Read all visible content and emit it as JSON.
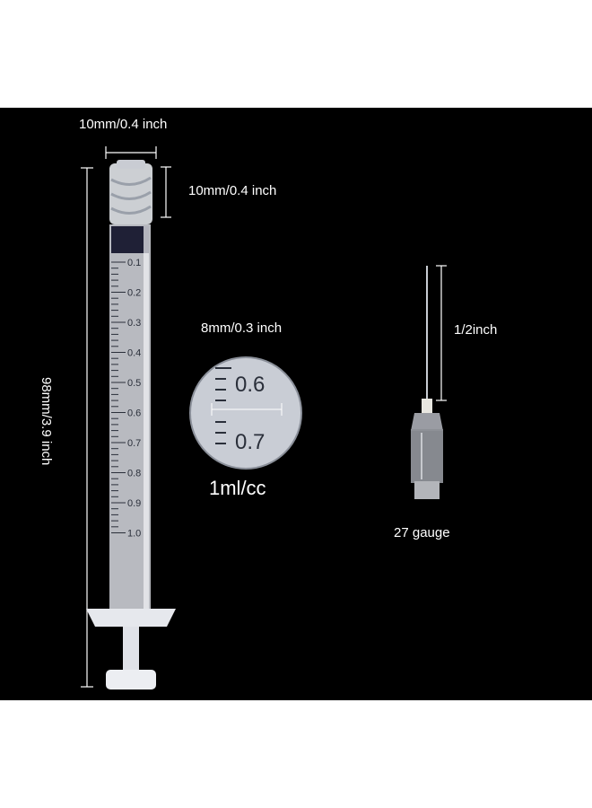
{
  "labels": {
    "top_width": "10mm/0.4 inch",
    "top_height": "10mm/0.4 inch",
    "length": "98mm/3.9 inch",
    "zoom_width": "8mm/0.3 inch",
    "zoom_mark_upper": "0.6",
    "zoom_mark_lower": "0.7",
    "capacity": "1ml/cc",
    "needle_length": "1/2inch",
    "needle_gauge": "27 gauge"
  },
  "scale_marks": [
    "0.1",
    "0.2",
    "0.3",
    "0.4",
    "0.5",
    "0.6",
    "0.7",
    "0.8",
    "0.9",
    "1.0"
  ],
  "colors": {
    "background": "#000000",
    "canvas": "#ffffff",
    "text": "#ffffff",
    "syringe_body": "#d8dbe2",
    "scale_ink": "#2a2f3a",
    "plunger_tip": "#1f2036"
  }
}
